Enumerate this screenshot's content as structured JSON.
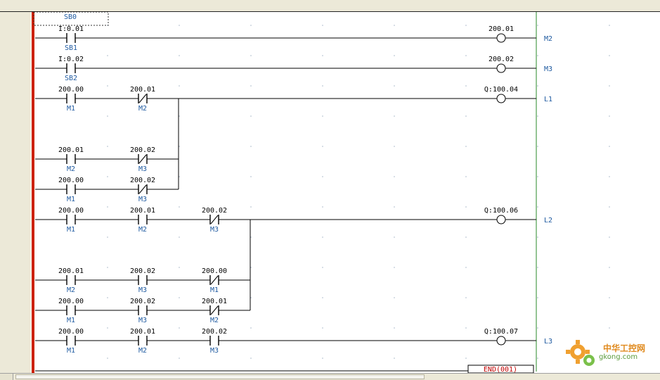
{
  "selection": {
    "label": "SB0"
  },
  "rungs": [
    {
      "id": "r1",
      "contacts": [
        {
          "addr": "I:0.01",
          "sym": "SB1",
          "type": "NO"
        }
      ],
      "coil": {
        "addr": "200.01",
        "label": "M2"
      }
    },
    {
      "id": "r2",
      "contacts": [
        {
          "addr": "I:0.02",
          "sym": "SB2",
          "type": "NO"
        }
      ],
      "coil": {
        "addr": "200.02",
        "label": "M3"
      }
    },
    {
      "id": "r3",
      "main": [
        {
          "addr": "200.00",
          "sym": "M1",
          "type": "NO"
        },
        {
          "addr": "200.01",
          "sym": "M2",
          "type": "NC"
        }
      ],
      "branches": [
        [
          {
            "addr": "200.01",
            "sym": "M2",
            "type": "NO"
          },
          {
            "addr": "200.02",
            "sym": "M3",
            "type": "NC"
          }
        ],
        [
          {
            "addr": "200.00",
            "sym": "M1",
            "type": "NO"
          },
          {
            "addr": "200.02",
            "sym": "M3",
            "type": "NC"
          }
        ]
      ],
      "coil": {
        "addr": "Q:100.04",
        "label": "L1"
      }
    },
    {
      "id": "r4",
      "main": [
        {
          "addr": "200.00",
          "sym": "M1",
          "type": "NO"
        },
        {
          "addr": "200.01",
          "sym": "M2",
          "type": "NO"
        },
        {
          "addr": "200.02",
          "sym": "M3",
          "type": "NC"
        }
      ],
      "branches": [
        [
          {
            "addr": "200.01",
            "sym": "M2",
            "type": "NO"
          },
          {
            "addr": "200.02",
            "sym": "M3",
            "type": "NO"
          },
          {
            "addr": "200.00",
            "sym": "M1",
            "type": "NC"
          }
        ],
        [
          {
            "addr": "200.00",
            "sym": "M1",
            "type": "NO"
          },
          {
            "addr": "200.02",
            "sym": "M3",
            "type": "NO"
          },
          {
            "addr": "200.01",
            "sym": "M2",
            "type": "NC"
          }
        ]
      ],
      "coil": {
        "addr": "Q:100.06",
        "label": "L2"
      }
    },
    {
      "id": "r5",
      "contacts": [
        {
          "addr": "200.00",
          "sym": "M1",
          "type": "NO"
        },
        {
          "addr": "200.01",
          "sym": "M2",
          "type": "NO"
        },
        {
          "addr": "200.02",
          "sym": "M3",
          "type": "NO"
        }
      ],
      "coil": {
        "addr": "Q:100.07",
        "label": "L3"
      }
    }
  ],
  "end_instruction": "END(001)",
  "watermark": {
    "cn": "中华工控网",
    "url": "gkong.com"
  },
  "colors": {
    "power_rail": "#cc2200",
    "right_rail": "#2a8a2a",
    "symbol_text": "#1f5aa0",
    "end_text": "#c00000"
  }
}
